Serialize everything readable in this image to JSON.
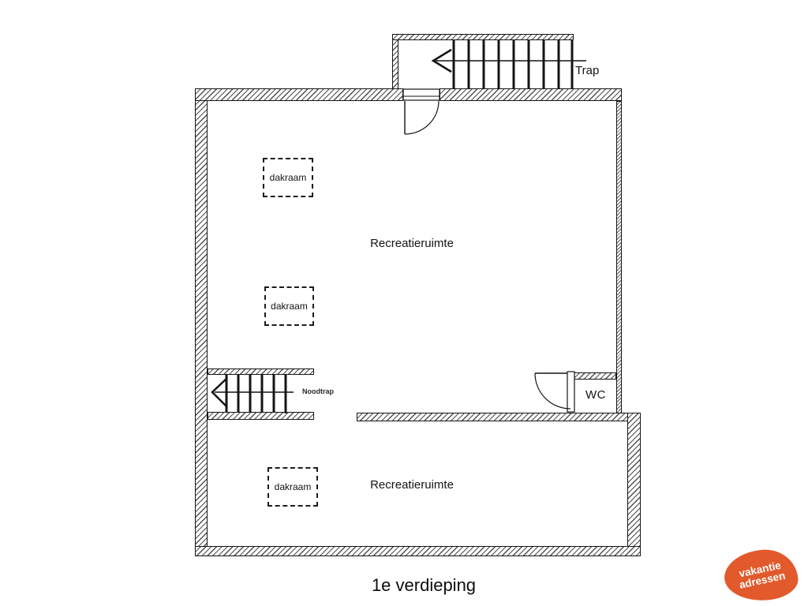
{
  "page": {
    "background_color": "#ffffff",
    "line_color": "#141414"
  },
  "floorplan": {
    "title": "1e verdieping",
    "labels": {
      "trap": "Trap",
      "noodtrap": "Noodtrap",
      "wc": "WC",
      "recreation_upper": "Recreatieruimte",
      "recreation_lower": "Recreatieruimte",
      "skylight": "dakraam"
    },
    "skylight_count": 3
  },
  "logo": {
    "line1": "vakantie",
    "line2": "adressen",
    "background_color": "#e2592b",
    "text_color": "#ffffff"
  }
}
